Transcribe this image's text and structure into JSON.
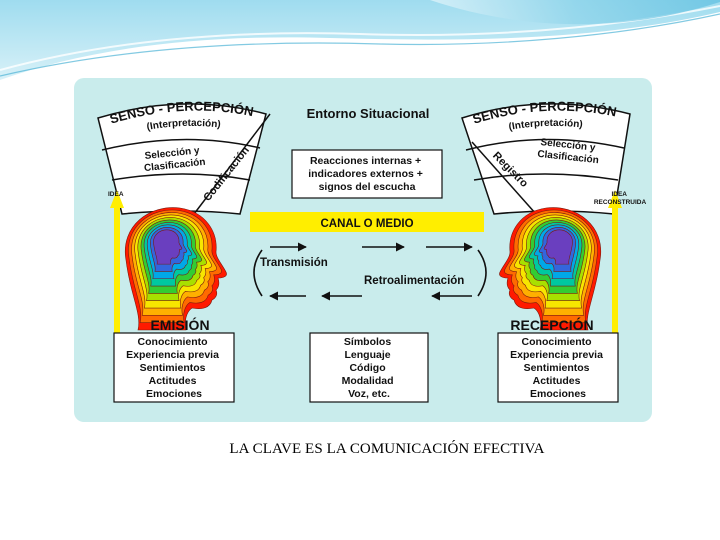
{
  "diagram": {
    "environment_label": "Entorno Situacional",
    "sender": {
      "arc_title": "SENSO - PERCEPCIÓN",
      "arc_subtitle": "(Interpretación)",
      "selection_line1": "Selección y",
      "selection_line2": "Clasificación",
      "process_label": "Codificación",
      "arrow_label": "IDEA",
      "title": "EMISIÓN",
      "attributes": [
        "Conocimiento",
        "Experiencia previa",
        "Sentimientos",
        "Actitudes",
        "Emociones"
      ]
    },
    "receiver": {
      "arc_title": "SENSO - PERCEPCIÓN",
      "arc_subtitle": "(Interpretación)",
      "selection_line1": "Selección y",
      "selection_line2": "Clasificación",
      "process_label": "Registro",
      "arrow_label_line1": "IDEA",
      "arrow_label_line2": "RECONSTRUIDA",
      "title": "RECEPCIÓN",
      "attributes": [
        "Conocimiento",
        "Experiencia previa",
        "Sentimientos",
        "Actitudes",
        "Emociones"
      ]
    },
    "context_box": [
      "Reacciones internas +",
      "indicadores externos +",
      "signos del escucha"
    ],
    "channel_label": "CANAL O MEDIO",
    "transmission_label": "Transmisión",
    "feedback_label": "Retroalimentación",
    "code_box": [
      "Símbolos",
      "Lenguaje",
      "Código",
      "Modalidad",
      "Voz,  etc."
    ]
  },
  "caption": "LA CLAVE ES LA COMUNICACIÓN EFECTIVA",
  "colors": {
    "panel_background": "#c9ecec",
    "channel_bar": "#ffee00",
    "idea_arrow": "#ffee00",
    "head_rings": [
      "#ff1a00",
      "#ff6a00",
      "#ffb000",
      "#f7e600",
      "#a8e000",
      "#33cc33",
      "#00c8a0",
      "#00a8e8",
      "#3366dd",
      "#6a3fbf"
    ]
  }
}
